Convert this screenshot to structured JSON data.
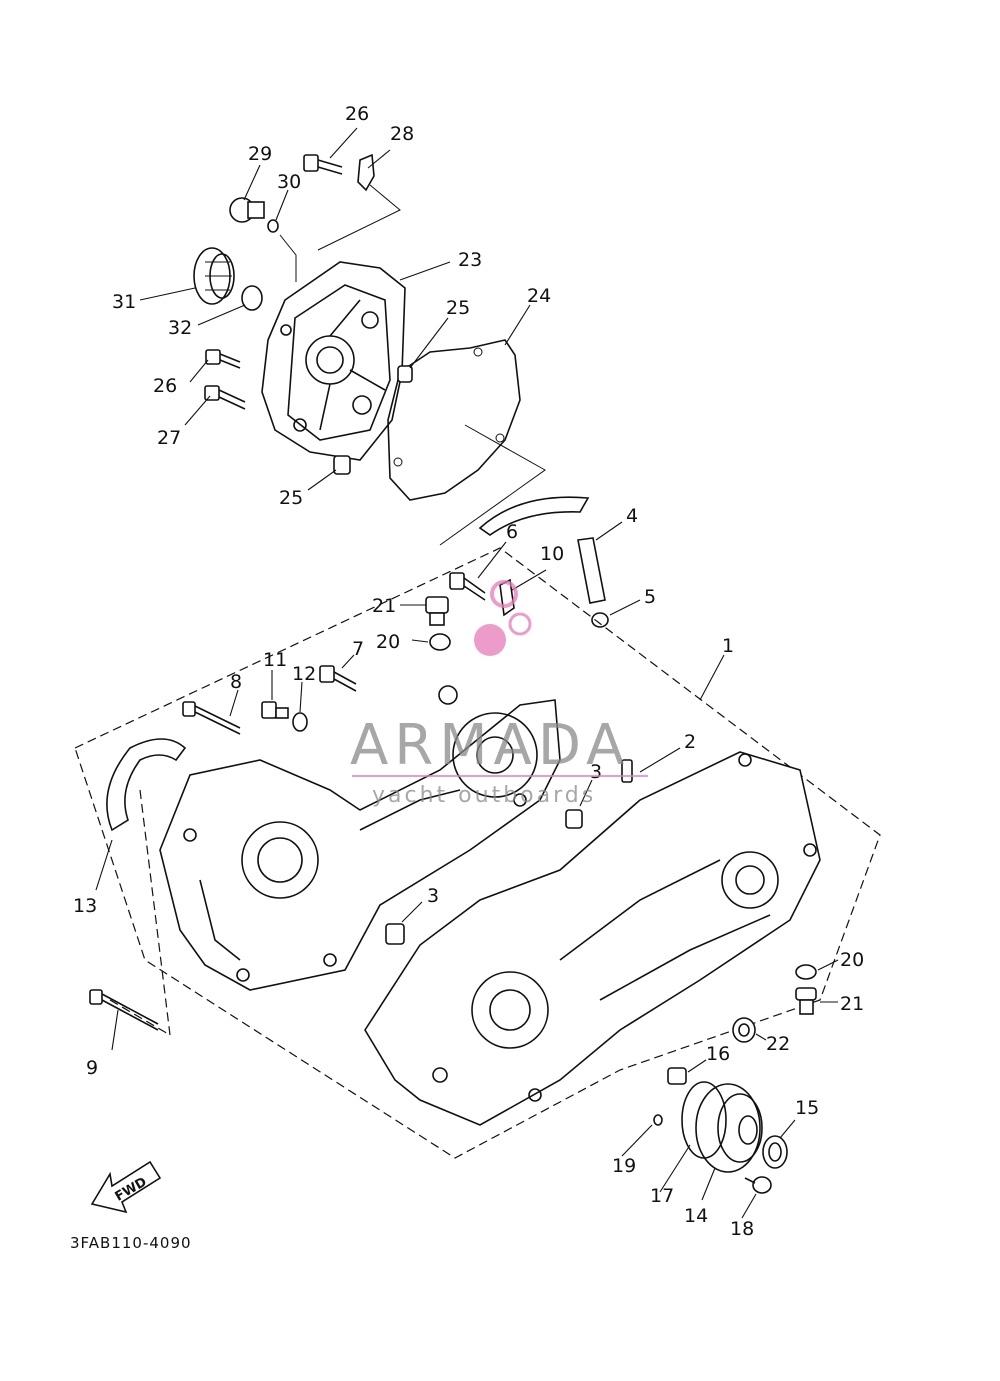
{
  "diagram": {
    "catalog_code": "3FAB110-4090",
    "forward_marker": "FWD",
    "watermark": {
      "brand": "ARMADA",
      "tagline": "yacht outboards",
      "accent_color": "#e87ab6",
      "text_color": "#8a8a8a"
    },
    "callouts": [
      "1",
      "2",
      "3",
      "3",
      "4",
      "5",
      "6",
      "7",
      "8",
      "9",
      "10",
      "11",
      "12",
      "13",
      "14",
      "15",
      "16",
      "17",
      "18",
      "19",
      "20",
      "20",
      "21",
      "21",
      "22",
      "23",
      "24",
      "25",
      "25",
      "26",
      "26",
      "27",
      "28",
      "29",
      "30",
      "31",
      "32"
    ]
  }
}
